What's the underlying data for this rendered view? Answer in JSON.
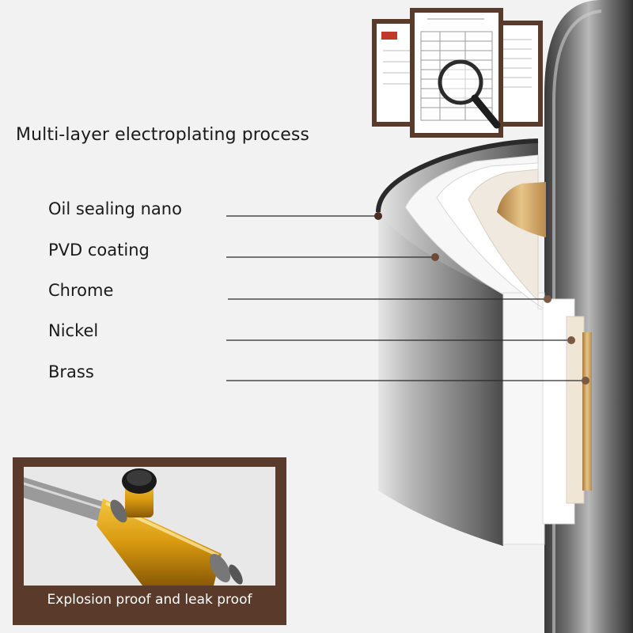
{
  "heading": "Multi-layer electroplating process",
  "layers": [
    {
      "label": "Oil sealing nano",
      "color": "#4a2e22"
    },
    {
      "label": "PVD coating",
      "color": "#6b4a38"
    },
    {
      "label": "Chrome",
      "color": "#7a5a44"
    },
    {
      "label": "Nickel",
      "color": "#7a5a44"
    },
    {
      "label": "Brass",
      "color": "#7a5a44"
    }
  ],
  "inset": {
    "caption": "Explosion proof and leak proof",
    "frame_color": "#5a3a2a",
    "accent_color": "#d9a21b"
  },
  "colors": {
    "background": "#f2f2f2",
    "steel": "#9a9a9a",
    "brass": "#c79a55"
  }
}
